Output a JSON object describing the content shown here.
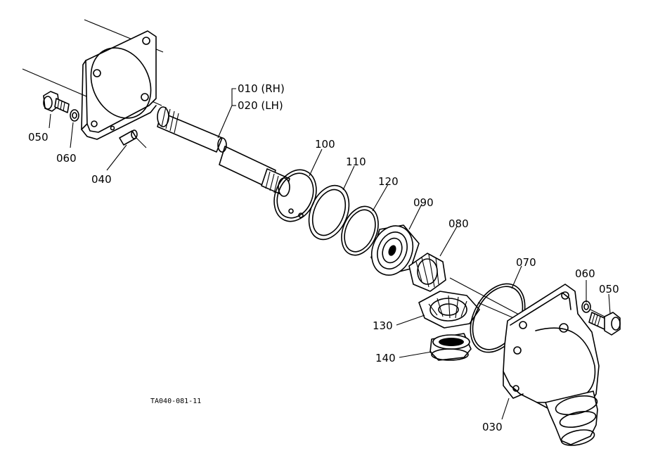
{
  "callouts": {
    "p010": "010 (RH)",
    "p020": "020  (LH)",
    "p050a": "050",
    "p060a": "060",
    "p040": "040",
    "p100": "100",
    "p110": "110",
    "p120": "120",
    "p090": "090",
    "p080": "080",
    "p070": "070",
    "p060b": "060",
    "p050b": "050",
    "p130": "130",
    "p140": "140",
    "p030": "030"
  },
  "drawing_code": "TA040-081-11"
}
